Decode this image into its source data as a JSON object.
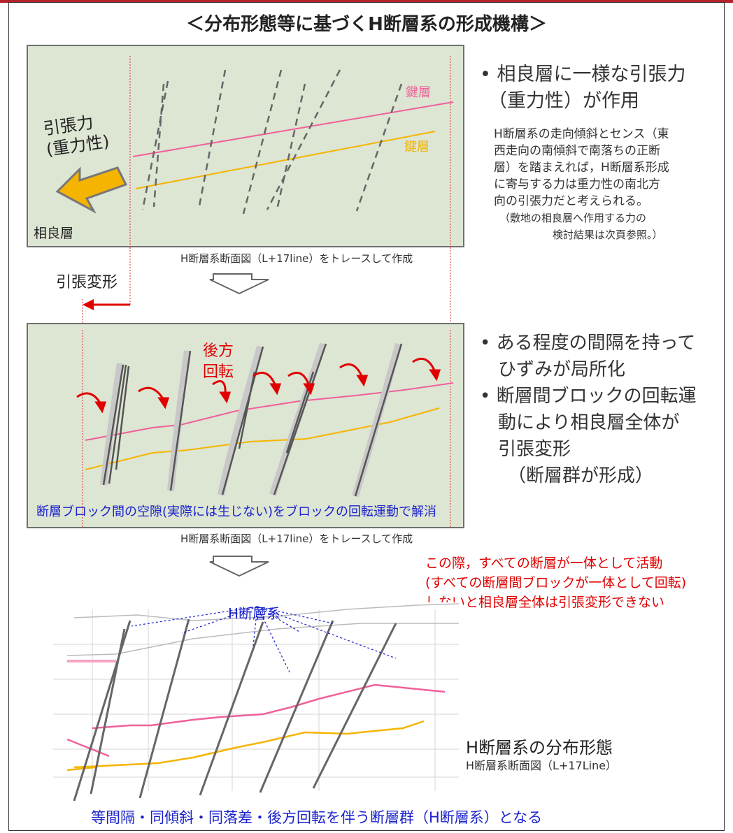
{
  "title": "＜分布形態等に基づくH断層系の形成機構＞",
  "panel1": {
    "label_tension": [
      "引張力",
      "(重力性)"
    ],
    "label_layer": "相良層",
    "key_bed_pink": "鍵層",
    "key_bed_orange": "鍵層",
    "caption": "H断層系断面図（L+17line）をトレースして作成"
  },
  "right1": {
    "bullet_lines": [
      "• 相良層に一様な引張力",
      "（重力性）が作用"
    ],
    "note_lines": [
      "H断層系の走向傾斜とセンス（東",
      "西走向の南傾斜で南落ちの正断",
      "層）を踏まえれば，H断層系形成",
      "に寄与する力は重力性の南北方",
      "向の引張力だと考えられる。",
      "（敷地の相良層へ作用する力の",
      "検討結果は次頁参照。）"
    ]
  },
  "deformation_label": "引張変形",
  "panel2": {
    "rotation_label": [
      "後方",
      "回転"
    ],
    "blue_note": "断層ブロック間の空隙(実際には生じない)をブロックの回転運動で解消",
    "caption": "H断層系断面図（L+17line）をトレースして作成"
  },
  "right2": {
    "bullet_lines": [
      "• ある程度の間隔を持って",
      "ひずみが局所化",
      "• 断層間ブロックの回転運",
      "動により相良層全体が",
      "引張変形",
      "（断層群が形成）"
    ]
  },
  "red_note": [
    "この際，すべての断層が一体として活動",
    "(すべての断層間ブロックが一体として回転)",
    "しないと相良層全体は引張変形できない"
  ],
  "section": {
    "fault_label": "H断層系",
    "title": "H断層系の分布形態",
    "caption": "H断層系断面図（L+17Line）"
  },
  "bottom_conclusion": "等間隔・同傾斜・同落差・後方回転を伴う断層群（H断層系）となる",
  "colors": {
    "pink": "#f0609a",
    "orange": "#f5b400",
    "red": "#e00000",
    "blue": "#1a22cc",
    "panel": "#dde5d3"
  }
}
